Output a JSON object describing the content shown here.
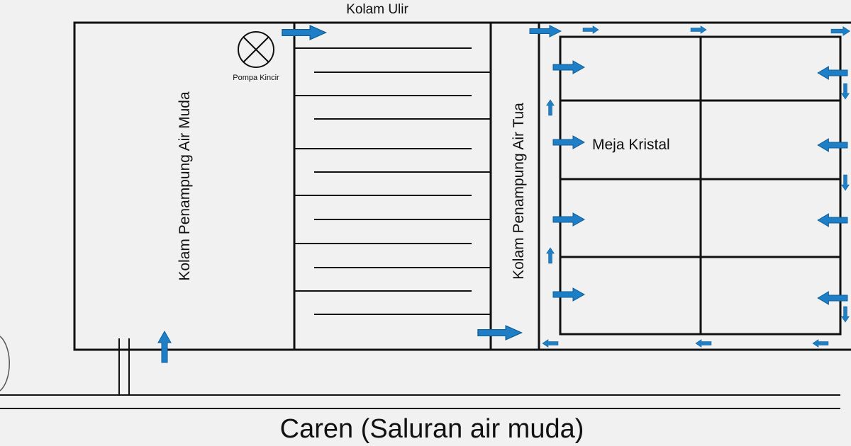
{
  "labels": {
    "kolam_ulir": "Kolam Ulir",
    "pompa_kincir": "Pompa Kincir",
    "kolam_air_muda": "Kolam Penampung Air Muda",
    "kolam_air_tua": "Kolam Penampung Air Tua",
    "meja_kristal": "Meja Kristal",
    "caren": "Caren (Saluran air muda)"
  },
  "colors": {
    "background": "#f1f1f1",
    "line": "#111111",
    "arrow_fill": "#1f7fc6",
    "arrow_stroke": "#0d5d96"
  },
  "icons": {
    "pump": "circle-x-icon",
    "flow": "flow-arrow-icon"
  }
}
